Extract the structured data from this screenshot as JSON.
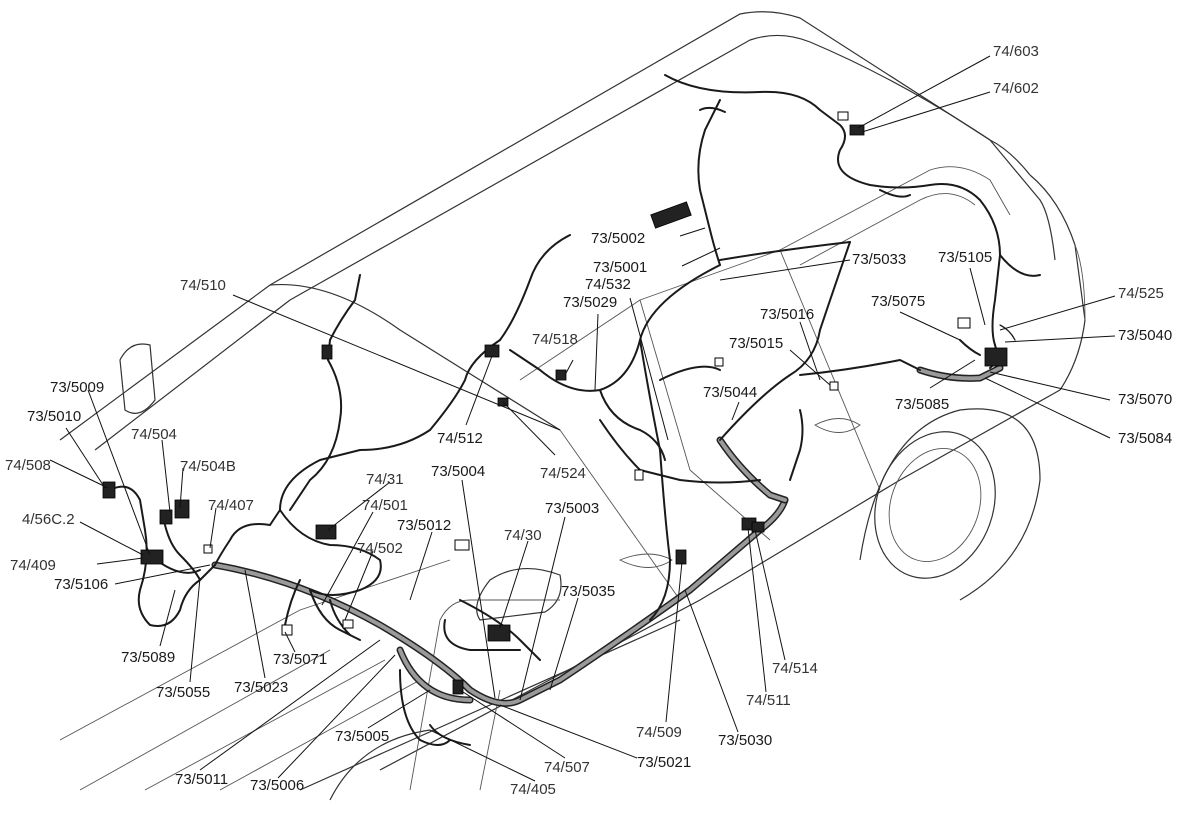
{
  "labels": {
    "74_603": "74/603",
    "74_602": "74/602",
    "73_5002": "73/5002",
    "73_5001": "73/5001",
    "73_5033": "73/5033",
    "73_5105": "73/5105",
    "74_532": "74/532",
    "73_5029": "73/5029",
    "74_525": "74/525",
    "73_5075": "73/5075",
    "74_510": "74/510",
    "73_5016": "73/5016",
    "73_5040": "73/5040",
    "74_518": "74/518",
    "73_5015": "73/5015",
    "73_5044": "73/5044",
    "73_5085": "73/5085",
    "73_5070": "73/5070",
    "73_5009": "73/5009",
    "73_5010": "73/5010",
    "74_504": "74/504",
    "74_512": "74/512",
    "73_5084": "73/5084",
    "74_508": "74/508",
    "74_504B": "74/504B",
    "74_31": "74/31",
    "73_5004": "73/5004",
    "74_524": "74/524",
    "74_407": "74/407",
    "74_501": "74/501",
    "73_5003": "73/5003",
    "4_56C2": "4/56C.2",
    "73_5012": "73/5012",
    "74_30": "74/30",
    "74_502": "74/502",
    "74_409": "74/409",
    "73_5106": "73/5106",
    "73_5035": "73/5035",
    "73_5071": "73/5071",
    "73_5089": "73/5089",
    "73_5055": "73/5055",
    "73_5023": "73/5023",
    "74_514": "74/514",
    "74_511": "74/511",
    "74_509": "74/509",
    "73_5005": "73/5005",
    "73_5030": "73/5030",
    "74_507": "74/507",
    "73_5021": "73/5021",
    "73_5011": "73/5011",
    "73_5006": "73/5006",
    "74_405": "74/405"
  }
}
